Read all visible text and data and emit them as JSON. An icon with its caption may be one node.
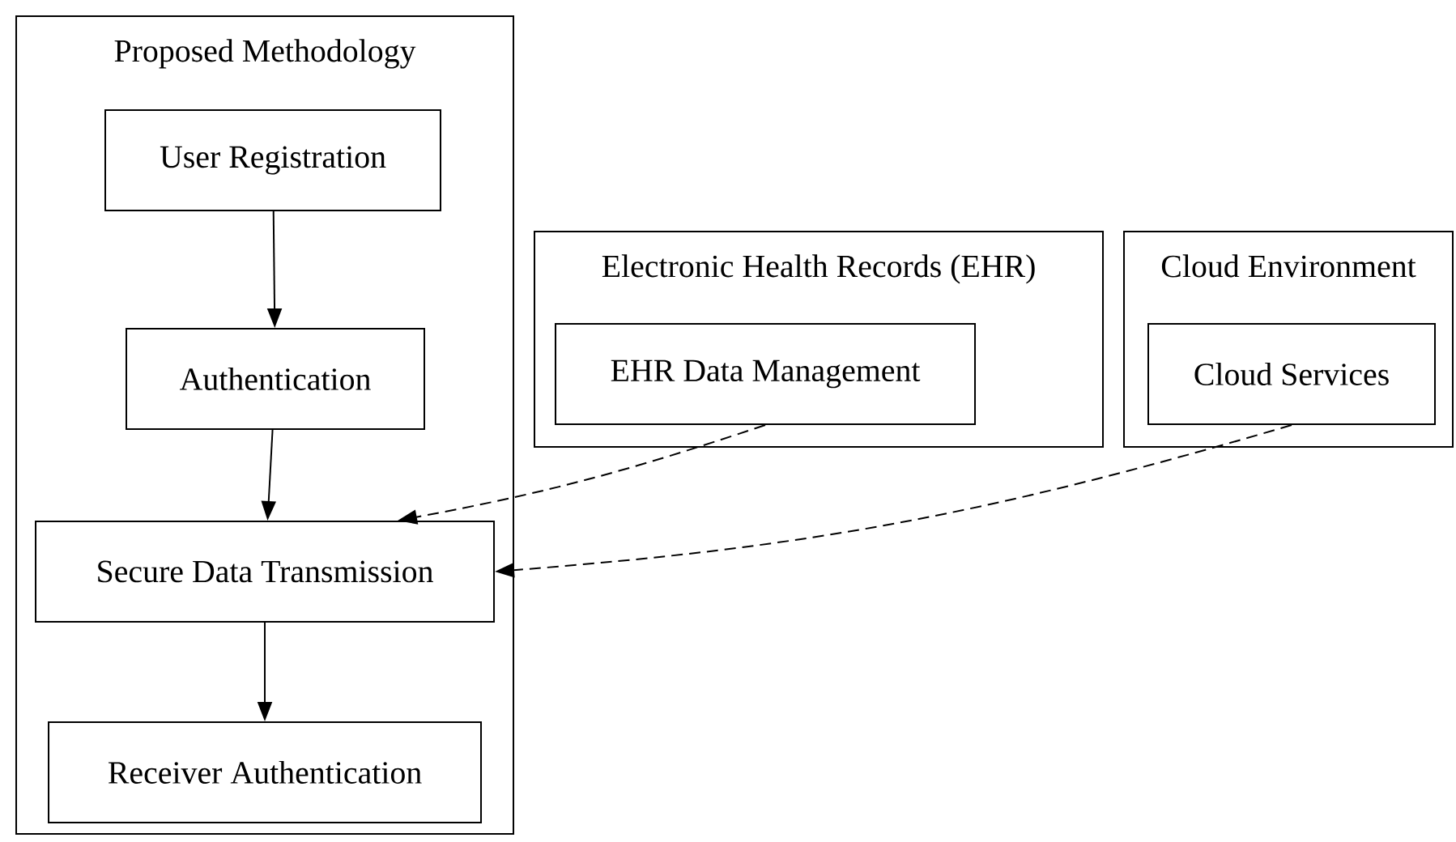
{
  "diagram": {
    "nodes": [
      {
        "text": [
          "Proposed Methodology"
        ]
      },
      {
        "text": [
          "User Registration"
        ],
        "in": 0
      },
      {
        "text": [
          "Authentication"
        ],
        "in": 0
      },
      {
        "text": [
          "Secure Data Transmission"
        ],
        "in": 0
      },
      {
        "text": [
          "Receiver Authentication"
        ],
        "in": 0
      },
      {
        "text": [
          "Electronic Health Records (EHR)"
        ]
      },
      {
        "text": [
          "EHR Data Management"
        ],
        "in": 5
      },
      {
        "text": [
          "Cloud Environment"
        ]
      },
      {
        "text": [
          "Cloud Services"
        ],
        "in": 7
      }
    ],
    "edges": [
      {
        "from": 1,
        "to": 2,
        "arrow": "to"
      },
      {
        "from": 2,
        "to": 3,
        "arrow": "to"
      },
      {
        "from": 3,
        "to": 4,
        "arrow": "to"
      },
      {
        "from": 6,
        "to": 3,
        "arrow": "to",
        "style": "dashed"
      },
      {
        "from": 8,
        "to": 3,
        "arrow": "to",
        "style": "dashed"
      }
    ]
  }
}
